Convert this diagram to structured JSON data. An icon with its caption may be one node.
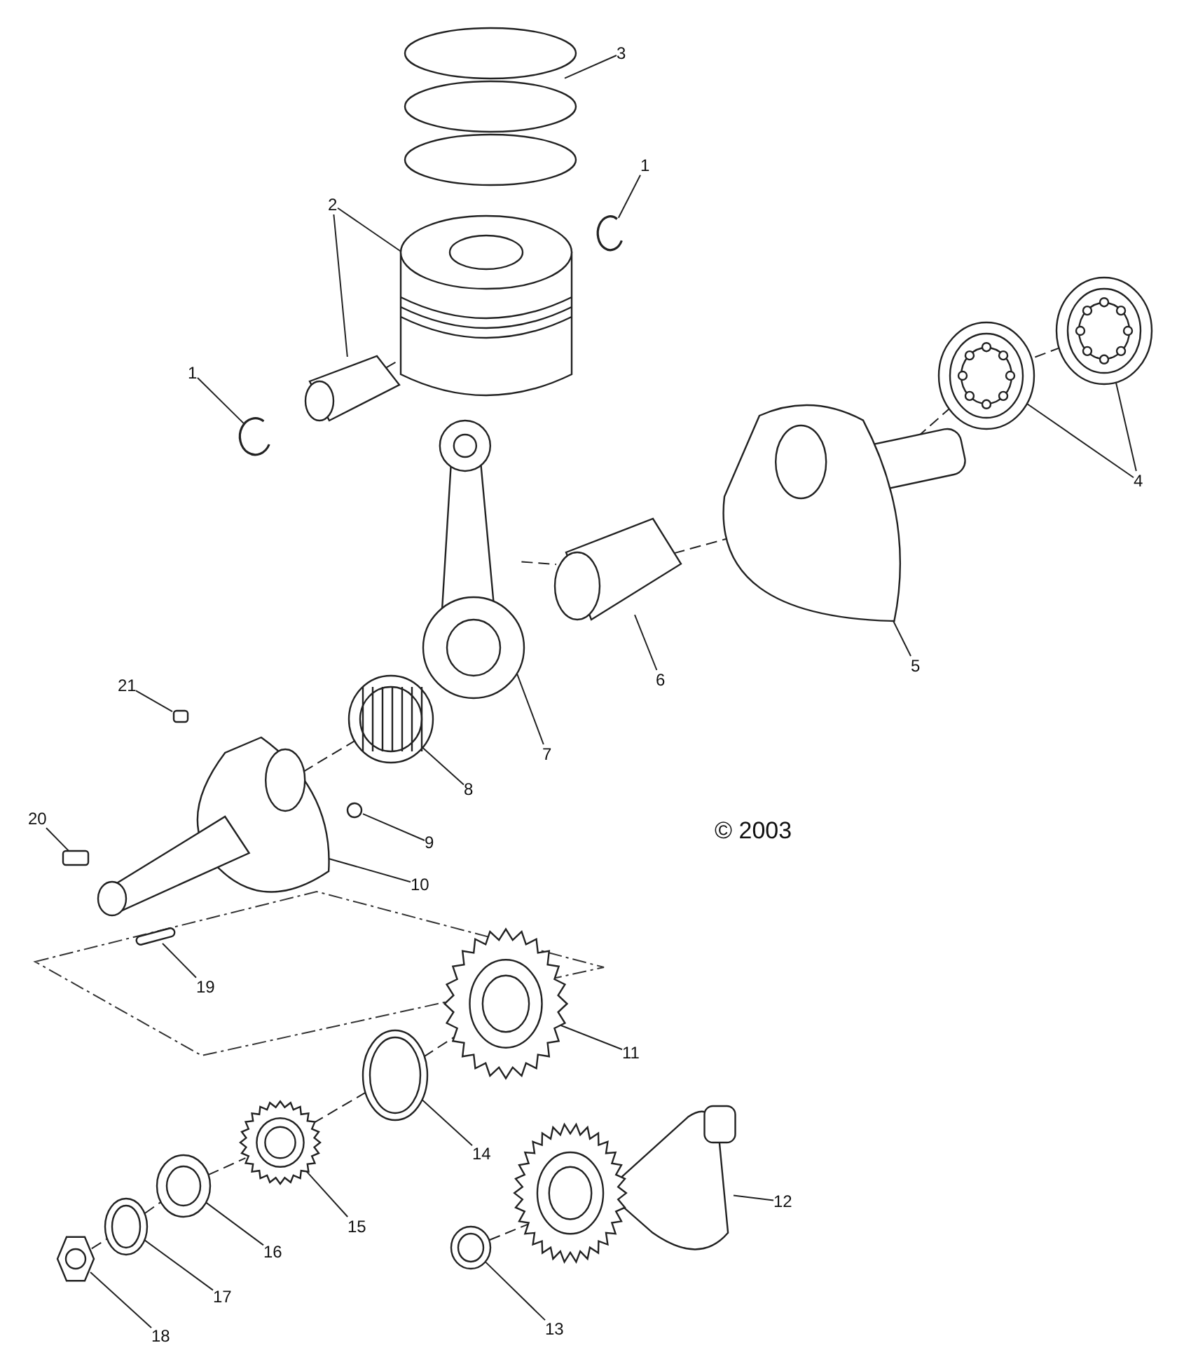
{
  "diagram": {
    "nodes": [
      {
        "text": [
          "3"
        ]
      },
      {
        "text": [],
        "shape": "picture"
      },
      {
        "text": [
          "1"
        ]
      },
      {
        "text": [],
        "shape": "picture"
      },
      {
        "text": [
          "2"
        ]
      },
      {
        "text": [],
        "shape": "picture"
      },
      {
        "text": [],
        "shape": "picture"
      },
      {
        "text": [
          "1"
        ]
      },
      {
        "text": [],
        "shape": "picture"
      },
      {
        "text": [
          "4"
        ]
      },
      {
        "text": [],
        "shape": "picture"
      },
      {
        "text": [],
        "shape": "picture"
      },
      {
        "text": [
          "5"
        ]
      },
      {
        "text": [],
        "shape": "picture"
      },
      {
        "text": [
          "6"
        ]
      },
      {
        "text": [],
        "shape": "picture"
      },
      {
        "text": [
          "7"
        ]
      },
      {
        "text": [],
        "shape": "picture"
      },
      {
        "text": [
          "21"
        ]
      },
      {
        "text": [],
        "shape": "box"
      },
      {
        "text": [
          "8"
        ]
      },
      {
        "text": [],
        "shape": "picture"
      },
      {
        "text": [
          "9"
        ]
      },
      {
        "text": [],
        "shape": "circle"
      },
      {
        "text": [
          "20"
        ]
      },
      {
        "text": [],
        "shape": "box"
      },
      {
        "text": [
          "10"
        ]
      },
      {
        "text": [],
        "shape": "picture"
      },
      {
        "text": [
          "19"
        ]
      },
      {
        "text": [],
        "shape": "bar"
      },
      {
        "text": [
          "11"
        ]
      },
      {
        "text": [],
        "shape": "picture"
      },
      {
        "text": [
          "14"
        ]
      },
      {
        "text": [],
        "shape": "picture"
      },
      {
        "text": [
          "12"
        ]
      },
      {
        "text": [],
        "shape": "picture"
      },
      {
        "text": [
          "15"
        ]
      },
      {
        "text": [],
        "shape": "picture"
      },
      {
        "text": [
          "16"
        ]
      },
      {
        "text": [],
        "shape": "picture"
      },
      {
        "text": [
          "17"
        ]
      },
      {
        "text": [],
        "shape": "picture"
      },
      {
        "text": [
          "18"
        ]
      },
      {
        "text": [],
        "shape": "picture"
      },
      {
        "text": [
          "13"
        ]
      },
      {
        "text": [],
        "shape": "picture"
      }
    ],
    "edges": [
      {
        "from": 0,
        "to": 1,
        "arrow": "none"
      },
      {
        "from": 2,
        "to": 3,
        "arrow": "none"
      },
      {
        "from": 4,
        "to": 5,
        "arrow": "none"
      },
      {
        "from": 4,
        "to": 6,
        "arrow": "none"
      },
      {
        "from": 7,
        "to": 8,
        "arrow": "none"
      },
      {
        "from": 9,
        "to": 10,
        "arrow": "none"
      },
      {
        "from": 9,
        "to": 11,
        "arrow": "none"
      },
      {
        "from": 12,
        "to": 13,
        "arrow": "none"
      },
      {
        "from": 14,
        "to": 15,
        "arrow": "none"
      },
      {
        "from": 16,
        "to": 17,
        "arrow": "none"
      },
      {
        "from": 18,
        "to": 19,
        "arrow": "none"
      },
      {
        "from": 20,
        "to": 21,
        "arrow": "none"
      },
      {
        "from": 22,
        "to": 23,
        "arrow": "none"
      },
      {
        "from": 24,
        "to": 25,
        "arrow": "none"
      },
      {
        "from": 26,
        "to": 27,
        "arrow": "none"
      },
      {
        "from": 28,
        "to": 29,
        "arrow": "none"
      },
      {
        "from": 30,
        "to": 31,
        "arrow": "none"
      },
      {
        "from": 32,
        "to": 33,
        "arrow": "none"
      },
      {
        "from": 34,
        "to": 35,
        "arrow": "none"
      },
      {
        "from": 36,
        "to": 37,
        "arrow": "none"
      },
      {
        "from": 38,
        "to": 39,
        "arrow": "none"
      },
      {
        "from": 40,
        "to": 41,
        "arrow": "none"
      },
      {
        "from": 42,
        "to": 43,
        "arrow": "none"
      },
      {
        "from": 44,
        "to": 45,
        "arrow": "none"
      },
      {
        "from": 6,
        "to": 5,
        "arrow": "none",
        "style": "dashed"
      },
      {
        "from": 11,
        "to": 10,
        "arrow": "none",
        "style": "dashed"
      },
      {
        "from": 10,
        "to": 13,
        "arrow": "none",
        "style": "dashed"
      },
      {
        "from": 15,
        "to": 13,
        "arrow": "none",
        "style": "dashed"
      },
      {
        "from": 17,
        "to": 15,
        "arrow": "none",
        "style": "dashed"
      },
      {
        "from": 21,
        "to": 27,
        "arrow": "none",
        "style": "dashed"
      },
      {
        "from": 33,
        "to": 31,
        "arrow": "none",
        "style": "dashed"
      },
      {
        "from": 37,
        "to": 33,
        "arrow": "none",
        "style": "dashed"
      },
      {
        "from": 39,
        "to": 37,
        "arrow": "none",
        "style": "dashed"
      },
      {
        "from": 41,
        "to": 39,
        "arrow": "none",
        "style": "dashed"
      },
      {
        "from": 43,
        "to": 41,
        "arrow": "none",
        "style": "dashed"
      },
      {
        "from": 45,
        "to": 35,
        "arrow": "none",
        "style": "dashed"
      }
    ],
    "labels": [
      "© 2003"
    ]
  }
}
